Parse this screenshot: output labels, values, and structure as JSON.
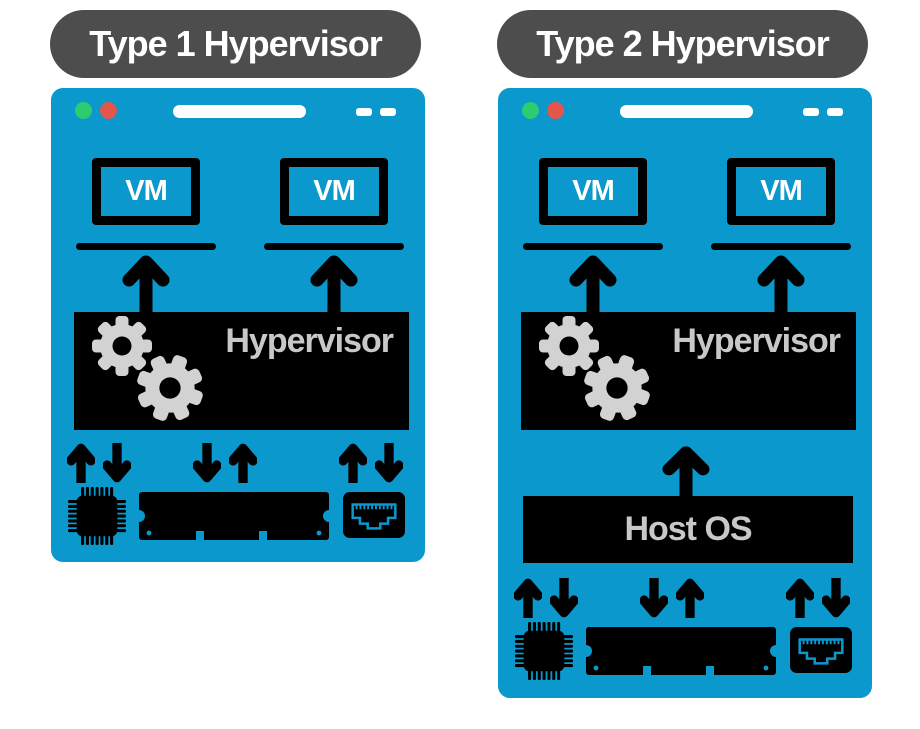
{
  "colors": {
    "window_blue": "#0a98cd",
    "label_pill_gray": "#4d4d4d",
    "box_black": "#000000",
    "gear_gray": "#d2d2d2",
    "bar_label_gray": "#c8c8c8",
    "chrome_white": "#ffffff",
    "dot_green": "#2ecc71",
    "dot_red": "#e2574a"
  },
  "panels": [
    {
      "title": "Type 1 Hypervisor",
      "vms": [
        {
          "label": "VM",
          "icon": "laptop-icon"
        },
        {
          "label": "VM",
          "icon": "laptop-icon"
        }
      ],
      "hypervisor": {
        "label": "Hypervisor",
        "icon": "gears-icon"
      },
      "hardware": [
        {
          "icon": "cpu-chip-icon",
          "arrows": "up-down"
        },
        {
          "icon": "ram-module-icon",
          "arrows": "down-up"
        },
        {
          "icon": "network-port-icon",
          "arrows": "up-down"
        }
      ]
    },
    {
      "title": "Type 2 Hypervisor",
      "vms": [
        {
          "label": "VM",
          "icon": "laptop-icon"
        },
        {
          "label": "VM",
          "icon": "laptop-icon"
        }
      ],
      "hypervisor": {
        "label": "Hypervisor",
        "icon": "gears-icon"
      },
      "host_os": {
        "label": "Host OS"
      },
      "hardware": [
        {
          "icon": "cpu-chip-icon",
          "arrows": "up-down"
        },
        {
          "icon": "ram-module-icon",
          "arrows": "down-up"
        },
        {
          "icon": "network-port-icon",
          "arrows": "up-down"
        }
      ]
    }
  ]
}
